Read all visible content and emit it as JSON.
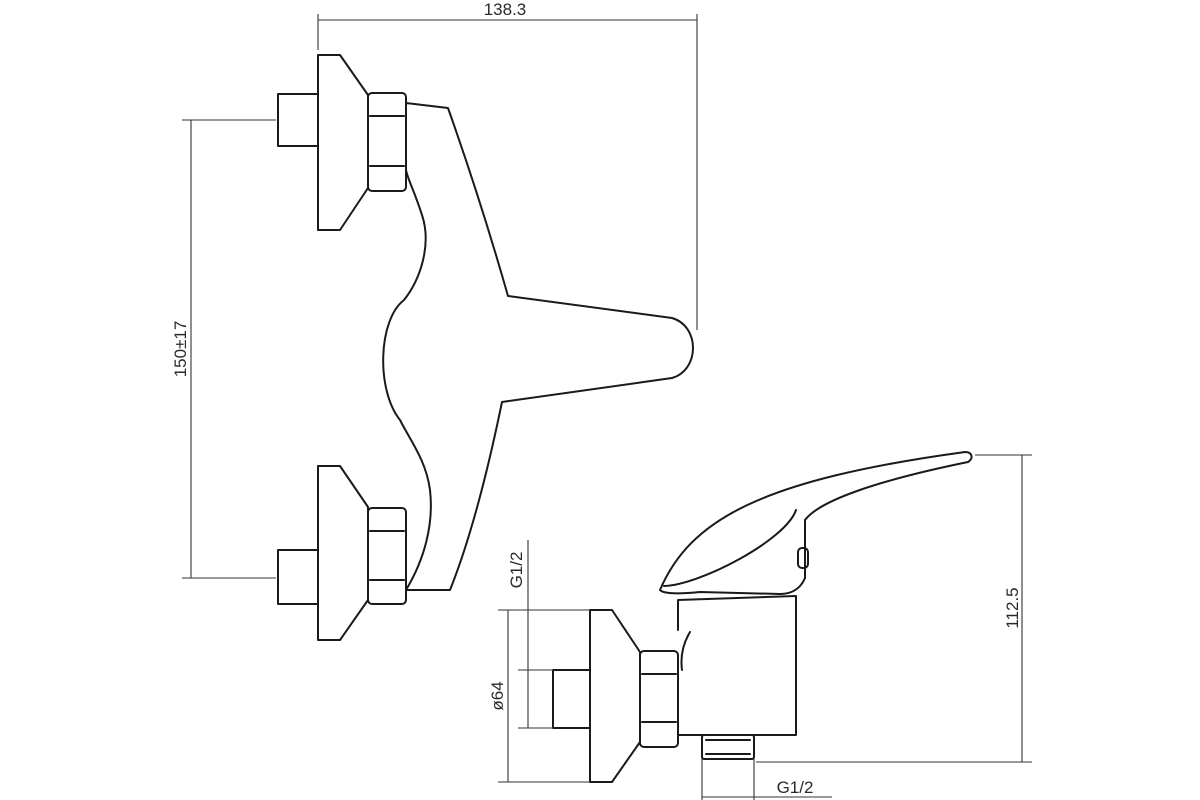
{
  "dimensions": {
    "width_overall": "138.3",
    "inlet_spacing": "150±17",
    "height_overall": "112.5",
    "inlet_thread": "G1/2",
    "flange_diameter": "ø64",
    "outlet_thread": "G1/2"
  },
  "colors": {
    "line": "#1a1a1a",
    "dimension_line": "#333333",
    "background": "#ffffff"
  }
}
